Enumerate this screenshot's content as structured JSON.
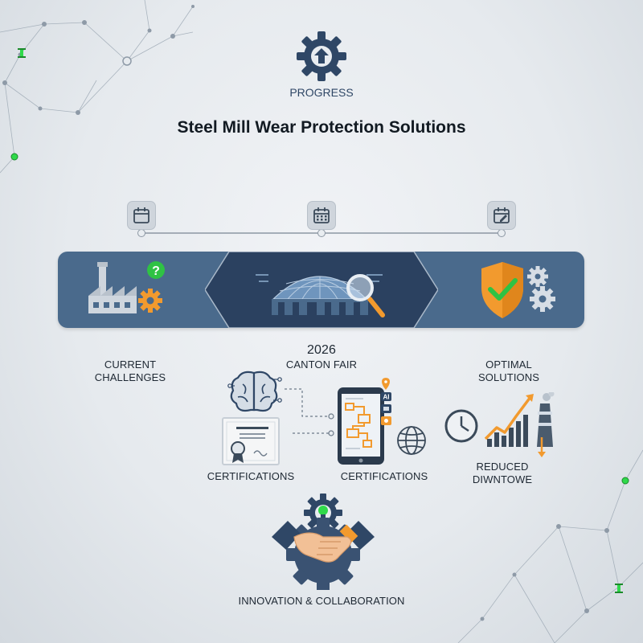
{
  "header": {
    "brand": "PROGRESS",
    "title": "Steel Mill Wear Protection Solutions"
  },
  "timeline": {
    "icons": [
      "calendar-icon",
      "calendar-grid-icon",
      "calendar-edit-icon"
    ]
  },
  "band": {
    "left_icon": "factory-icon",
    "center_icon": "stadium-search-icon",
    "right_icon": "shield-gears-icon"
  },
  "labels": {
    "current_challenges": "CURRENT\nCHALLENGES",
    "year": "2026",
    "canton_fair": "CANTON FAIR",
    "optimal_solutions": "OPTIMAL\nSOLUTIONS",
    "certifications_left": "CERTIFICATIONS",
    "certifications_right": "CERTIFICATIONS",
    "reduced_downtime": "REDUCED\nDIWNTOWE",
    "innovation": "INNOVATION & COLLABORATION"
  },
  "colors": {
    "band": "#4a6a8c",
    "navy": "#2f4766",
    "orange": "#f29a2e",
    "green": "#3ccf3c"
  }
}
